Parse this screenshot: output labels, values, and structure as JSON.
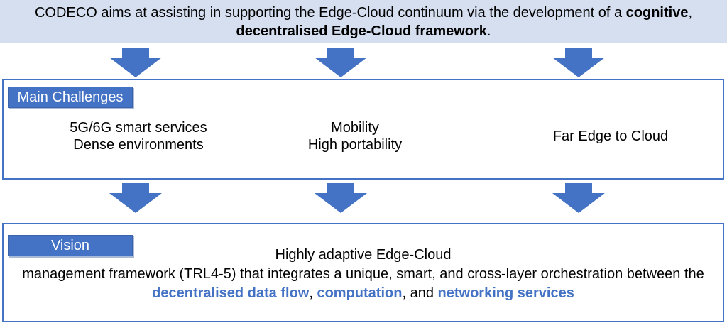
{
  "banner": {
    "text_before": "CODECO aims at assisting in supporting the Edge-Cloud continuum via the development of a ",
    "bold_1": "cognitive",
    "sep": ",",
    "bold_2": "decentralised Edge-Cloud framework",
    "end": "."
  },
  "challenges": {
    "title": "Main Challenges",
    "col1": [
      "5G/6G smart services",
      "Dense environments"
    ],
    "col2": [
      "Mobility",
      "High portability"
    ],
    "col3": [
      "Far Edge to Cloud"
    ]
  },
  "vision": {
    "title": "Vision",
    "line1": "Highly adaptive Edge-Cloud",
    "line2": "management framework (TRL4-5) that integrates a unique, smart, and cross-layer orchestration between the",
    "hl1": "decentralised data flow",
    "c1": ", ",
    "hl2": "computation",
    "c2": ", and ",
    "hl3": "networking services"
  },
  "colors": {
    "accent": "#4472c4",
    "banner_bg": "#d5dff0"
  },
  "icons": {
    "arrow": "arrow-down-icon"
  }
}
